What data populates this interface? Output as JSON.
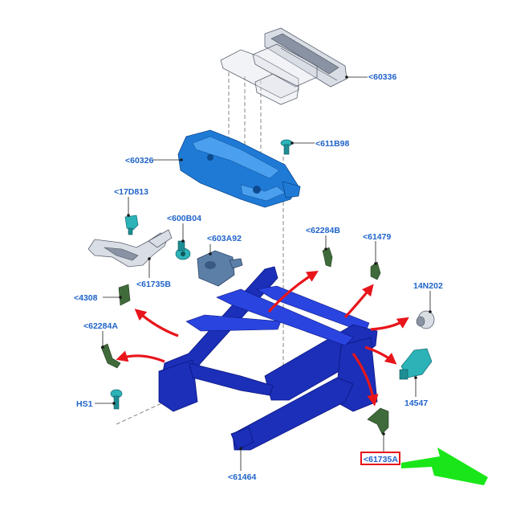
{
  "callouts": {
    "c60336": "<60336",
    "c60326": "<60326",
    "c611B98": "<611B98",
    "c17D813": "<17D813",
    "c600B04": "<600B04",
    "c603A92": "<603A92",
    "c62284B": "<62284B",
    "c61479": "<61479",
    "c14N202": "14N202",
    "c4308": "<4308",
    "c61735B": "<61735B",
    "c62284A": "<62284A",
    "c14547": "14547",
    "cHS1": "HS1",
    "c61735A": "<61735A",
    "c61464": "<61464"
  },
  "colors": {
    "label": "#1f63c9",
    "frame": "#1b2fb8",
    "highlight_box": "#e8151b",
    "indicator_arrow": "#19e619",
    "motion_arrows": "#e8151b"
  },
  "highlighted_part": "c61735A"
}
